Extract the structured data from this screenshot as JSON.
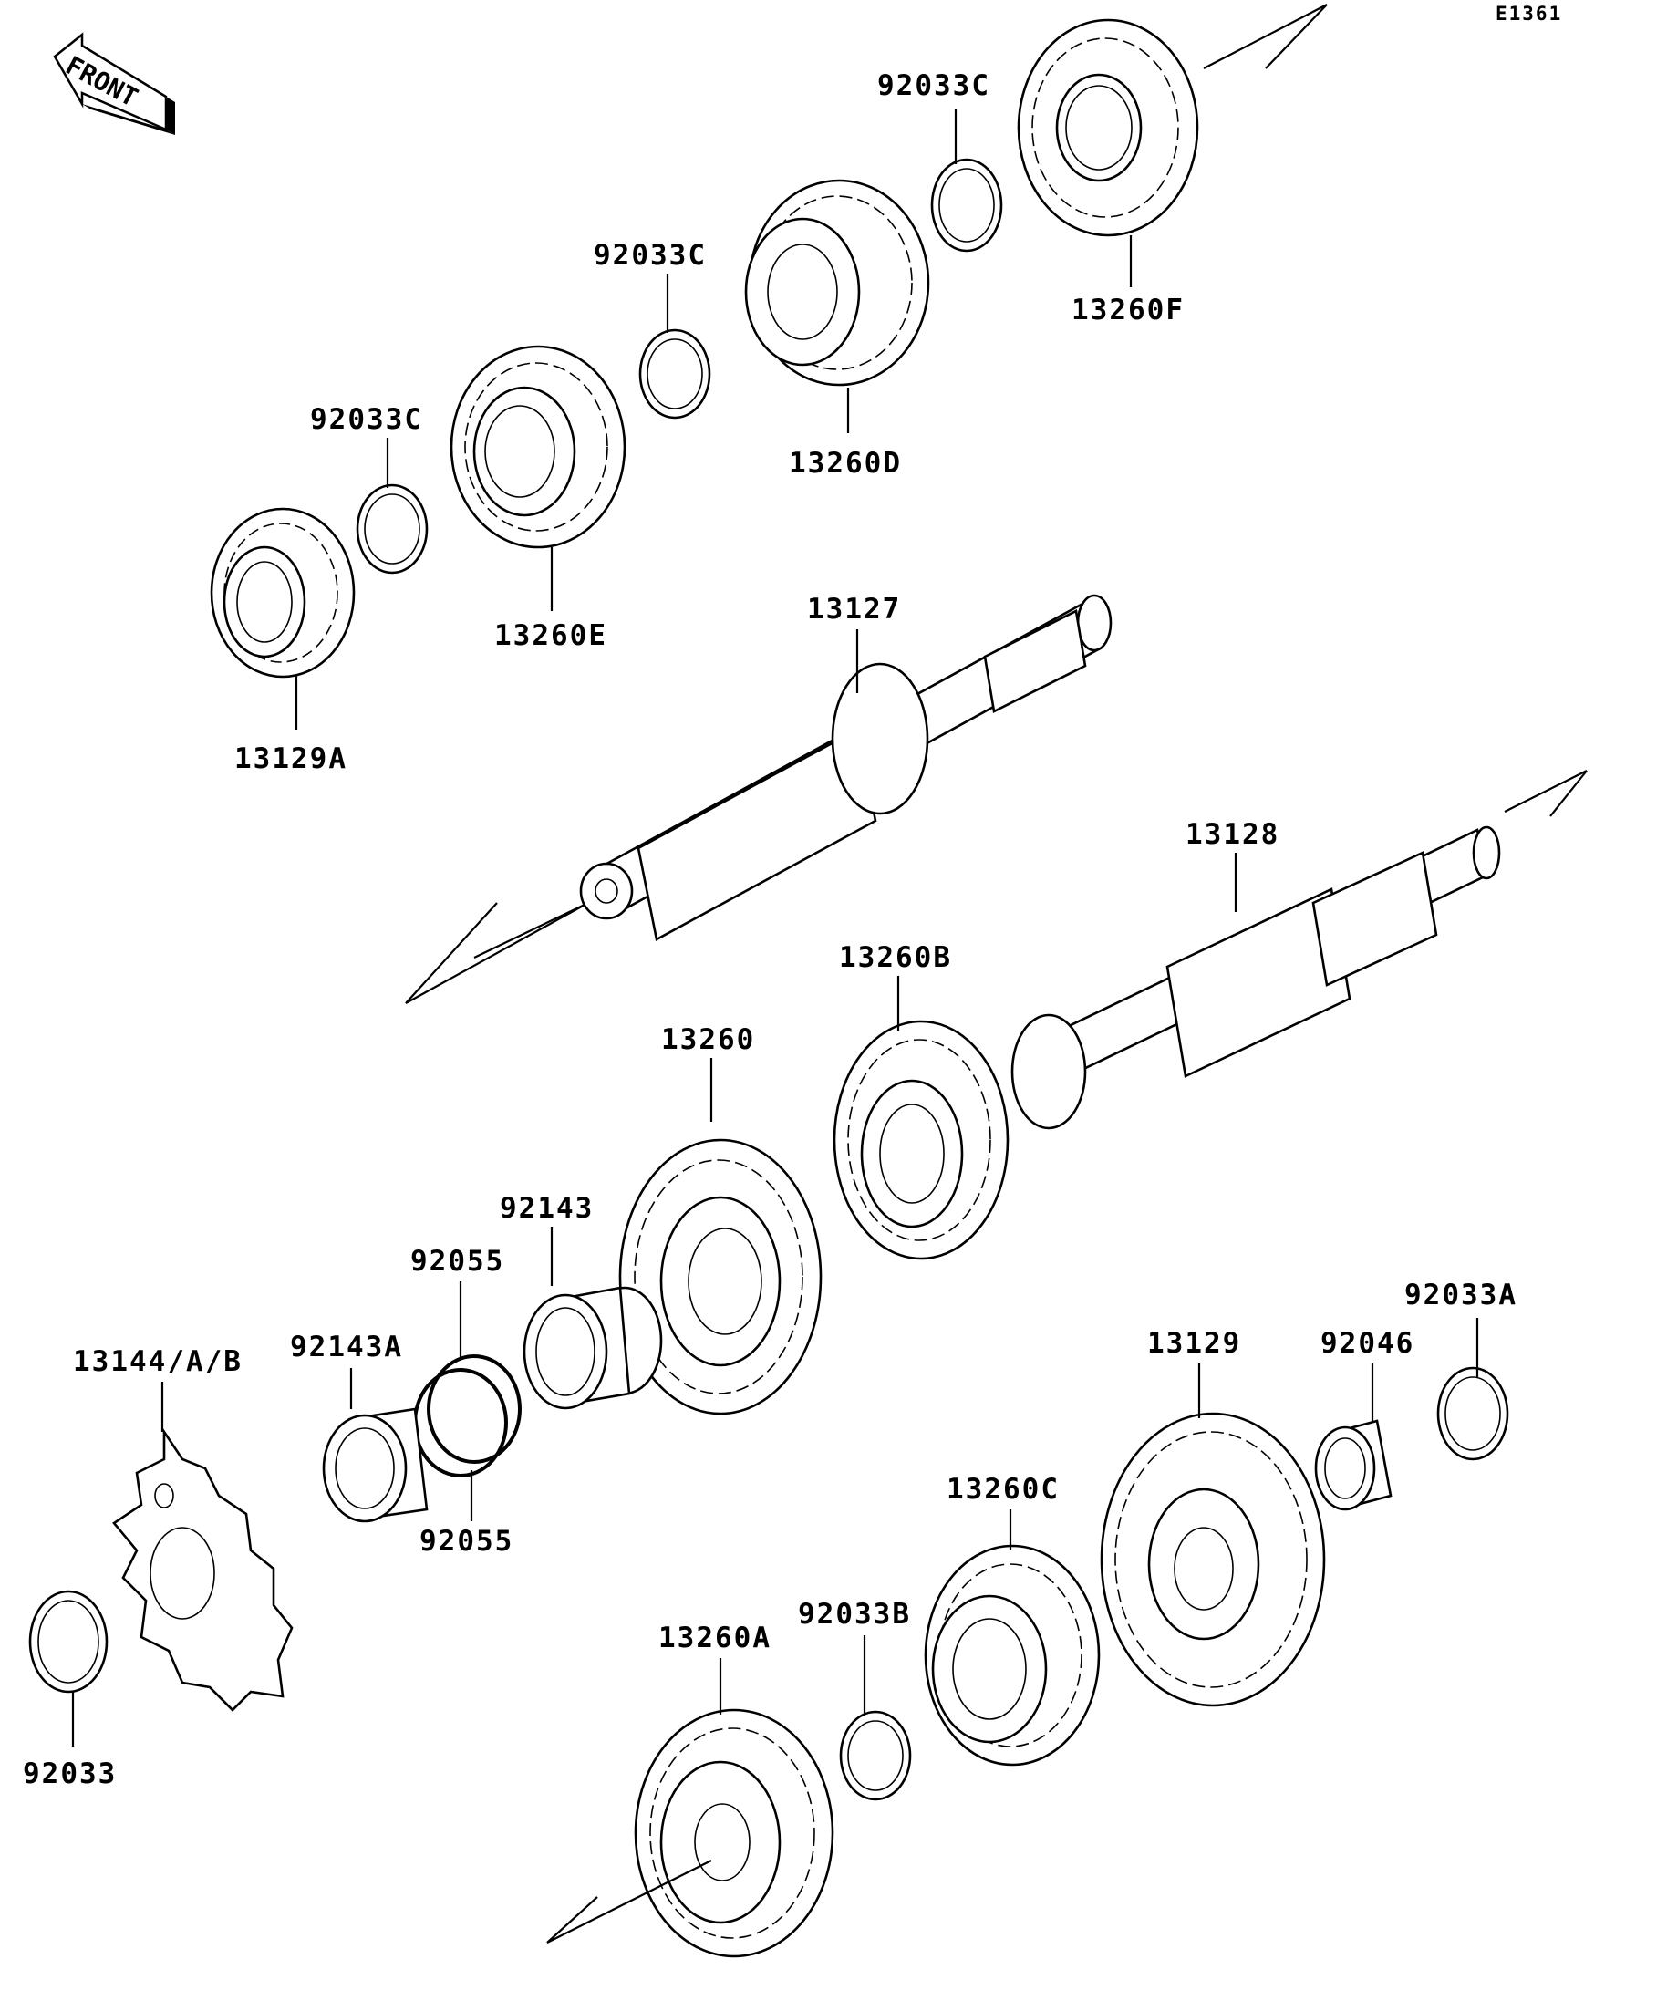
{
  "diagram_code": "E1361",
  "front_label": "FRONT",
  "parts": [
    {
      "id": "92033C",
      "label": "92033C"
    },
    {
      "id": "13260F",
      "label": "13260F"
    },
    {
      "id": "92033C",
      "label": "92033C"
    },
    {
      "id": "13260D",
      "label": "13260D"
    },
    {
      "id": "92033C",
      "label": "92033C"
    },
    {
      "id": "13260E",
      "label": "13260E"
    },
    {
      "id": "13129A",
      "label": "13129A"
    },
    {
      "id": "13127",
      "label": "13127"
    },
    {
      "id": "13128",
      "label": "13128"
    },
    {
      "id": "13260B",
      "label": "13260B"
    },
    {
      "id": "13260",
      "label": "13260"
    },
    {
      "id": "92143",
      "label": "92143"
    },
    {
      "id": "92055",
      "label": "92055"
    },
    {
      "id": "92143A",
      "label": "92143A"
    },
    {
      "id": "13144/A/B",
      "label": "13144/A/B"
    },
    {
      "id": "92055",
      "label": "92055"
    },
    {
      "id": "92033A",
      "label": "92033A"
    },
    {
      "id": "92046",
      "label": "92046"
    },
    {
      "id": "13129",
      "label": "13129"
    },
    {
      "id": "13260C",
      "label": "13260C"
    },
    {
      "id": "92033B",
      "label": "92033B"
    },
    {
      "id": "13260A",
      "label": "13260A"
    },
    {
      "id": "92033",
      "label": "92033"
    }
  ]
}
